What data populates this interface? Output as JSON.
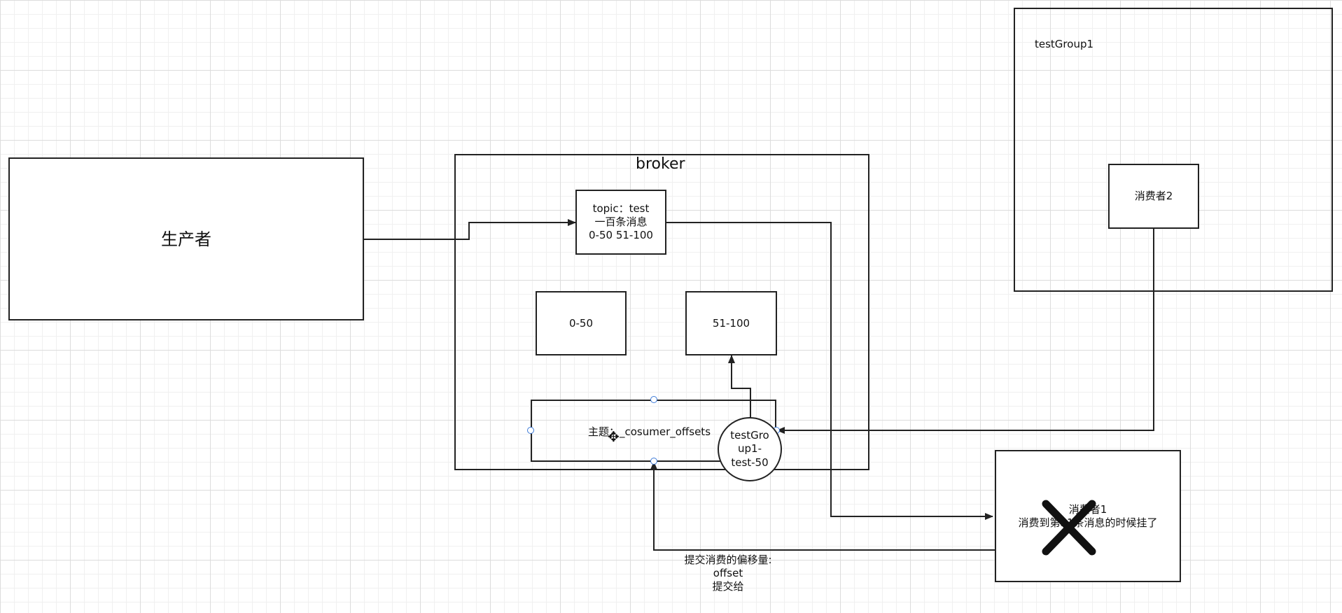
{
  "producer": {
    "label": "生产者"
  },
  "broker": {
    "title": "broker",
    "topic": {
      "line1": "topic：test",
      "line2": "一百条消息",
      "line3": "0-50 51-100"
    },
    "partition_a": "0-50",
    "partition_b": "51-100",
    "offsets_topic": "主题：_cosumer_offsets",
    "group_offset": {
      "line1": "testGro",
      "line2": "up1-",
      "line3": "test-50"
    }
  },
  "group": {
    "name": "testGroup1",
    "consumer2": "消费者2"
  },
  "consumer1": {
    "line1": "消费者1",
    "line2": "消费到第51条消息的时候挂了"
  },
  "commit_note": {
    "line1": "提交消费的偏移量:",
    "line2": "offset",
    "line3": "提交给"
  }
}
